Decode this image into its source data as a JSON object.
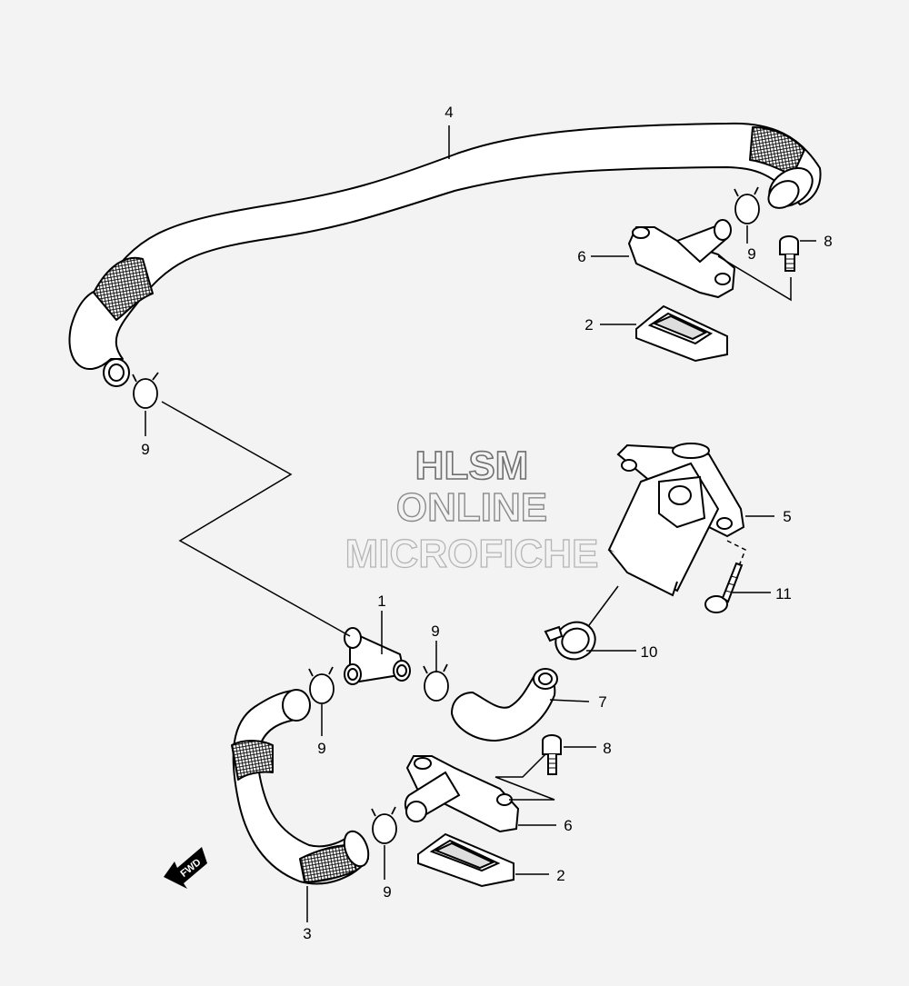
{
  "watermark": {
    "line1": "HLSM",
    "line2": "ONLINE",
    "line3": "MICROFICHE"
  },
  "fwd_label": "FWD",
  "callouts": {
    "c1": "1",
    "c2a": "2",
    "c2b": "2",
    "c3": "3",
    "c4": "4",
    "c5": "5",
    "c6a": "6",
    "c6b": "6",
    "c7": "7",
    "c8a": "8",
    "c8b": "8",
    "c9a": "9",
    "c9b": "9",
    "c9c": "9",
    "c9d": "9",
    "c9e": "9",
    "c10": "10",
    "c11": "11"
  },
  "colors": {
    "background": "#f3f3f3",
    "line": "#000000",
    "watermark": "#6f6f6f"
  }
}
